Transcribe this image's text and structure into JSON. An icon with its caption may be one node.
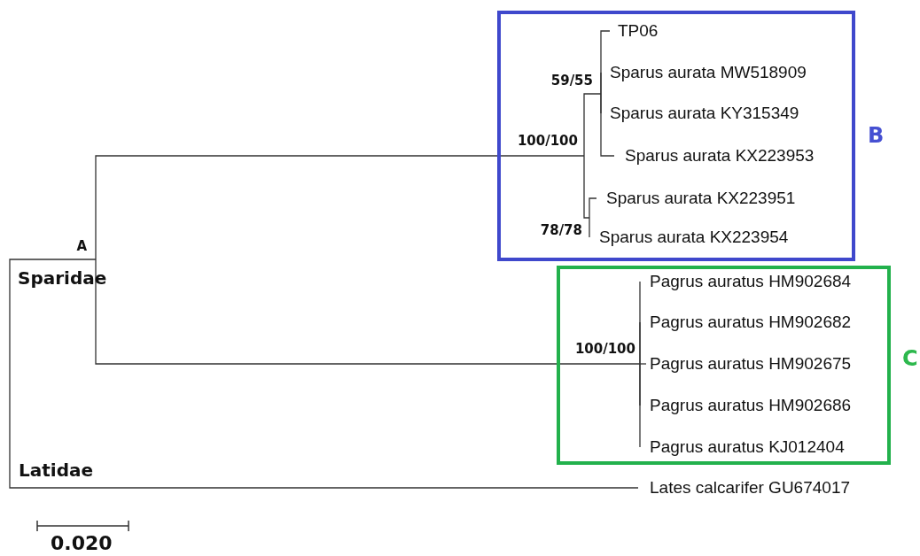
{
  "diagram": {
    "nodes": [
      {
        "text": [
          "A"
        ]
      },
      {
        "text": [
          "B"
        ]
      },
      {
        "text": [
          "100/100"
        ],
        "in": 1
      },
      {
        "text": [
          "59/55"
        ],
        "in": 1
      },
      {
        "text": [
          "TP06"
        ],
        "in": 1
      },
      {
        "text": [
          "Sparus aurata MW518909"
        ],
        "in": 1
      },
      {
        "text": [
          "Sparus aurata KY315349"
        ],
        "in": 1
      },
      {
        "text": [
          "Sparus aurata KX223953"
        ],
        "in": 1
      },
      {
        "text": [
          "78/78"
        ],
        "in": 1
      },
      {
        "text": [
          "Sparus aurata KX223951"
        ],
        "in": 1
      },
      {
        "text": [
          "Sparus aurata KX223954"
        ],
        "in": 1
      },
      {
        "text": [
          "C"
        ]
      },
      {
        "text": [
          "100/100"
        ],
        "in": 11
      },
      {
        "text": [
          "Pagrus auratus HM902684"
        ],
        "in": 11
      },
      {
        "text": [
          "Pagrus auratus HM902682"
        ],
        "in": 11
      },
      {
        "text": [
          "Pagrus auratus HM902675"
        ],
        "in": 11
      },
      {
        "text": [
          "Pagrus auratus HM902686"
        ],
        "in": 11
      },
      {
        "text": [
          "Pagrus auratus KJ012404"
        ],
        "in": 11
      },
      {
        "text": [
          "Lates calcarifer GU674017"
        ]
      }
    ],
    "edges": [
      {
        "from": 0,
        "to": 2,
        "arrow": "none"
      },
      {
        "from": 0,
        "to": 12,
        "arrow": "none"
      },
      {
        "from": 0,
        "to": 18,
        "arrow": "none"
      },
      {
        "from": 2,
        "to": 3,
        "arrow": "none"
      },
      {
        "from": 2,
        "to": 8,
        "arrow": "none"
      },
      {
        "from": 3,
        "to": 4,
        "arrow": "none"
      },
      {
        "from": 3,
        "to": 5,
        "arrow": "none"
      },
      {
        "from": 3,
        "to": 6,
        "arrow": "none"
      },
      {
        "from": 3,
        "to": 7,
        "arrow": "none"
      },
      {
        "from": 8,
        "to": 9,
        "arrow": "none"
      },
      {
        "from": 8,
        "to": 10,
        "arrow": "none"
      },
      {
        "from": 12,
        "to": 13,
        "arrow": "none"
      },
      {
        "from": 12,
        "to": 14,
        "arrow": "none"
      },
      {
        "from": 12,
        "to": 15,
        "arrow": "none"
      },
      {
        "from": 12,
        "to": 16,
        "arrow": "none"
      },
      {
        "from": 12,
        "to": 17,
        "arrow": "none"
      }
    ],
    "labels": [
      "Sparidae",
      "Latidae",
      "0.020"
    ]
  }
}
